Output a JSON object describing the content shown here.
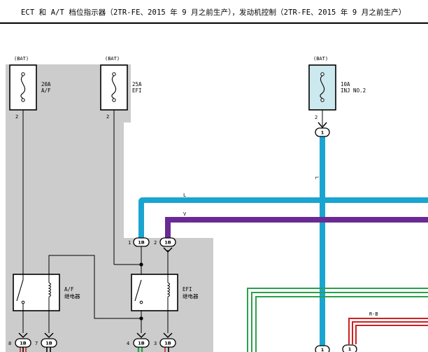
{
  "header": {
    "title": "ECT 和 A/T 档位指示器（2TR-FE、2015 年 9 月之前生产），发动机控制（2TR-FE、2015 年 9 月之前生产）"
  },
  "fuses": [
    {
      "id": "af",
      "source": "(BAT)",
      "rating": "20A",
      "name": "A/F",
      "pin": "2"
    },
    {
      "id": "efi",
      "source": "(BAT)",
      "rating": "25A",
      "name": "EFI",
      "pin": "2"
    },
    {
      "id": "inj",
      "source": "(BAT)",
      "rating": "10A",
      "name": "INJ NO.2",
      "pin": "2"
    }
  ],
  "relays": [
    {
      "id": "af",
      "name": "A/F",
      "label": "继电器"
    },
    {
      "id": "efi",
      "name": "EFI",
      "label": "继电器"
    }
  ],
  "wires": {
    "inj_vertical": "L",
    "blue_horizontal": "L",
    "violet_horizontal": "V",
    "red_black": "R-B"
  },
  "connectors": [
    {
      "id": "c-inj-top",
      "code": "1"
    },
    {
      "id": "c-1b-pin1",
      "pin": "1",
      "code": "1B"
    },
    {
      "id": "c-1b-pin2",
      "pin": "2",
      "code": "1B"
    },
    {
      "id": "c-1b-pin8",
      "pin": "8",
      "code": "1B"
    },
    {
      "id": "c-1b-pin7",
      "pin": "7",
      "code": "1B"
    },
    {
      "id": "c-1b-pin4",
      "pin": "4",
      "code": "1B"
    },
    {
      "id": "c-1b-pin3",
      "pin": "3",
      "code": "1B"
    },
    {
      "id": "c-inj-bot",
      "code": "1"
    },
    {
      "id": "c-right-bot",
      "code": "1"
    }
  ],
  "colors": {
    "shade": "#cccccc",
    "fuse_inj_fill": "#cce9ef",
    "wire_blue": "#1aa5d0",
    "wire_violet": "#6a2a94",
    "wire_green": "#2aa04a",
    "wire_red": "#cc2222"
  }
}
